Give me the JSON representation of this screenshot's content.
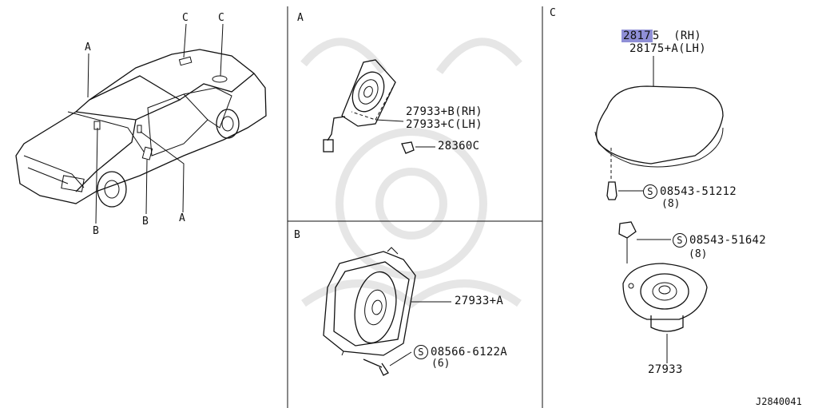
{
  "overview": {
    "labels": {
      "a_top": "A",
      "c_left": "C",
      "c_right": "C",
      "b_bottom_left": "B",
      "b_bottom": "B",
      "a_bottom": "A"
    }
  },
  "panel_a": {
    "title": "A",
    "part_rh": "27933+B(RH)",
    "part_lh": "27933+C(LH)",
    "clip": "28360C"
  },
  "panel_b": {
    "title": "B",
    "speaker": "27933+A",
    "screw": "08566-6122A",
    "screw_qty": "(6)",
    "screw_symbol": "S"
  },
  "panel_c": {
    "title": "C",
    "grille_part_highlight": "2817",
    "grille_part_rest": "5  (RH)",
    "grille_part_lh": "28175+A(LH)",
    "screw1": "08543-51212",
    "screw1_qty": "(8)",
    "screw1_symbol": "S",
    "screw2": "08543-51642",
    "screw2_qty": "(8)",
    "screw2_symbol": "S",
    "speaker": "27933"
  },
  "footer": {
    "diagram_id": "J2840041"
  },
  "colors": {
    "highlight": "#8f8fd6",
    "line": "#111111",
    "watermark": "#e6e6e6"
  }
}
